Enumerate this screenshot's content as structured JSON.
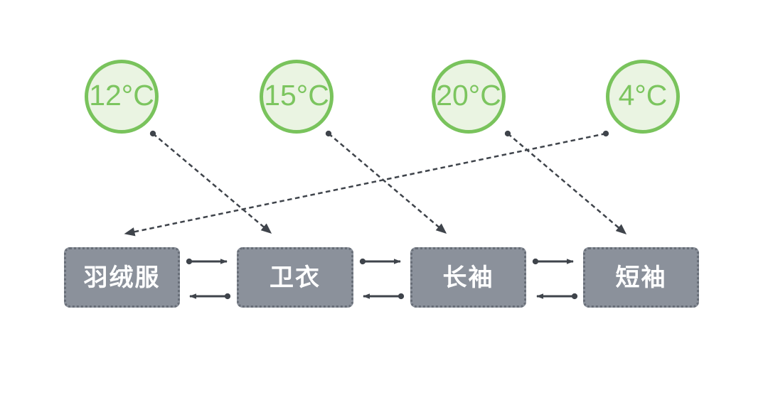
{
  "diagram": {
    "temperatures": [
      {
        "label": "12°C",
        "maps_to": "卫衣"
      },
      {
        "label": "15°C",
        "maps_to": "长袖"
      },
      {
        "label": "20°C",
        "maps_to": "短袖"
      },
      {
        "label": "4°C",
        "maps_to": "羽绒服"
      }
    ],
    "clothing": [
      {
        "label": "羽绒服"
      },
      {
        "label": "卫衣"
      },
      {
        "label": "长袖"
      },
      {
        "label": "短袖"
      }
    ],
    "connections": {
      "temperature_to_clothing": [
        {
          "from": "12°C",
          "to": "卫衣",
          "style": "dashed-arrow"
        },
        {
          "from": "15°C",
          "to": "长袖",
          "style": "dashed-arrow"
        },
        {
          "from": "20°C",
          "to": "短袖",
          "style": "dashed-arrow"
        },
        {
          "from": "4°C",
          "to": "羽绒服",
          "style": "dashed-arrow"
        }
      ],
      "clothing_adjacent_bidirectional": [
        {
          "between": [
            "羽绒服",
            "卫衣"
          ]
        },
        {
          "between": [
            "卫衣",
            "长袖"
          ]
        },
        {
          "between": [
            "长袖",
            "短袖"
          ]
        }
      ]
    },
    "colors": {
      "circle_border": "#79c35c",
      "circle_fill": "#eaf4e2",
      "circle_text": "#7cc55f",
      "box_fill": "#8b919b",
      "box_border": "#676d77",
      "box_text": "#ffffff",
      "connector": "#3f444b",
      "background": "#ffffff"
    }
  }
}
